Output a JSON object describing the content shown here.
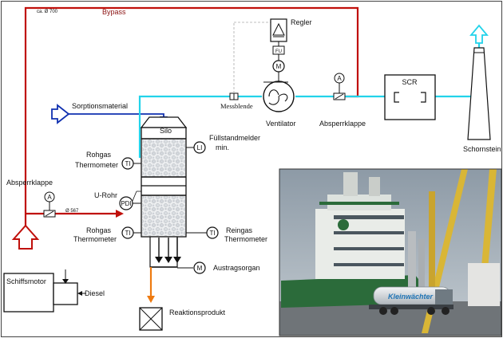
{
  "colors": {
    "exhaust": "#c0100b",
    "clean_gas": "#22d3ea",
    "sorbent": "#1030b0",
    "product": "#ee7a10",
    "line": "#111111"
  },
  "labels": {
    "bypass": "Bypass",
    "diameter_top": "ca. Ø 700",
    "diameter_inlet": "Ø 567",
    "regler": "Regler",
    "fu": "FU",
    "motor_m": "M",
    "messblende": "Messblende",
    "ventilator": "Ventilator",
    "absperrklappe_top": "Absperrklappe",
    "absperrklappe_left": "Absperrklappe",
    "valve_a": "A",
    "scr": "SCR",
    "schornstein": "Schornstein",
    "sorptionsmaterial": "Sorptionsmaterial",
    "silo": "Silo",
    "li": "LI",
    "fuellstand_line1": "Füllstandmelder",
    "fuellstand_line2": "min.",
    "rohgas_thermo_upper_1": "Rohgas",
    "rohgas_thermo_upper_2": "Thermometer",
    "ti": "TI",
    "u_rohr": "U-Rohr",
    "pdi": "PDI",
    "rohgas_thermo_lower_1": "Rohgas",
    "rohgas_thermo_lower_2": "Thermometer",
    "reingas_1": "Reingas",
    "reingas_2": "Thermometer",
    "austragsorgan": "Austragsorgan",
    "schiffsmotor": "Schiffsmotor",
    "diesel": "Diesel",
    "reaktionsprodukt": "Reaktionsprodukt"
  },
  "photo": {
    "truck_lettering": "Kleinwächter"
  }
}
